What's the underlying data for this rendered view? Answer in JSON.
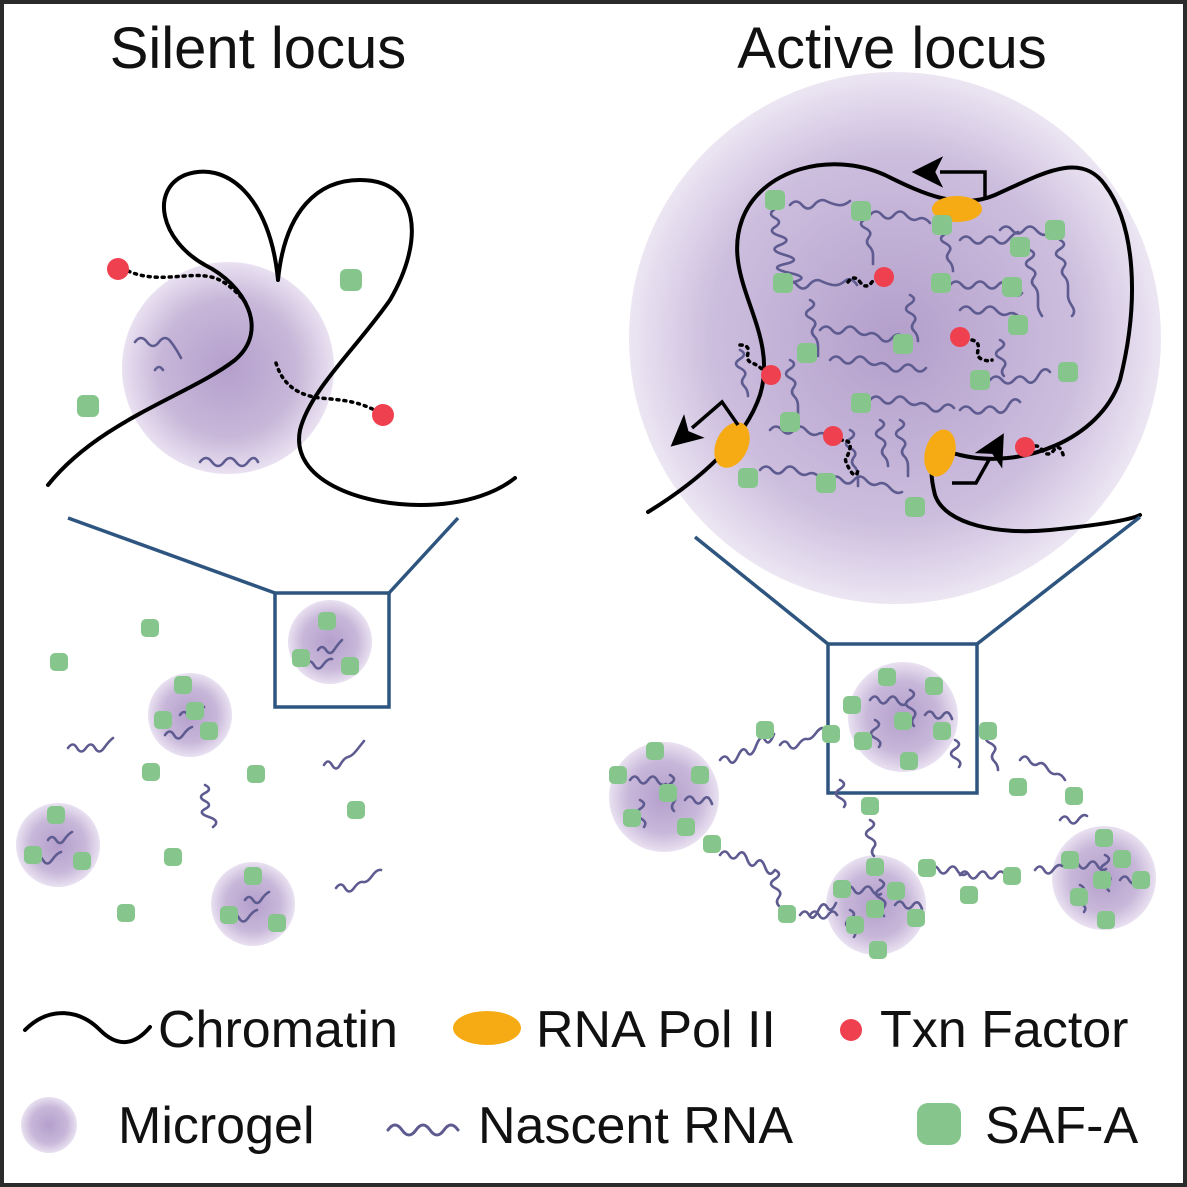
{
  "panels": {
    "silent": {
      "title": "Silent locus"
    },
    "active": {
      "title": "Active locus"
    }
  },
  "legend": {
    "chromatin": "Chromatin",
    "rna_pol_ii": "RNA Pol II",
    "txn_factor": "Txn Factor",
    "microgel": "Microgel",
    "nascent_rna": "Nascent RNA",
    "saf_a": "SAF-A"
  },
  "colors": {
    "chromatin": "#000000",
    "rna_pol_ii": "#f6ab14",
    "txn_factor": "#ef4050",
    "saf_a": "#86c68c",
    "nascent_rna": "#5d5b8f",
    "microgel": "#c9b8d8",
    "zoom_box": "#2e557f",
    "frame": "#2b2b2b"
  }
}
